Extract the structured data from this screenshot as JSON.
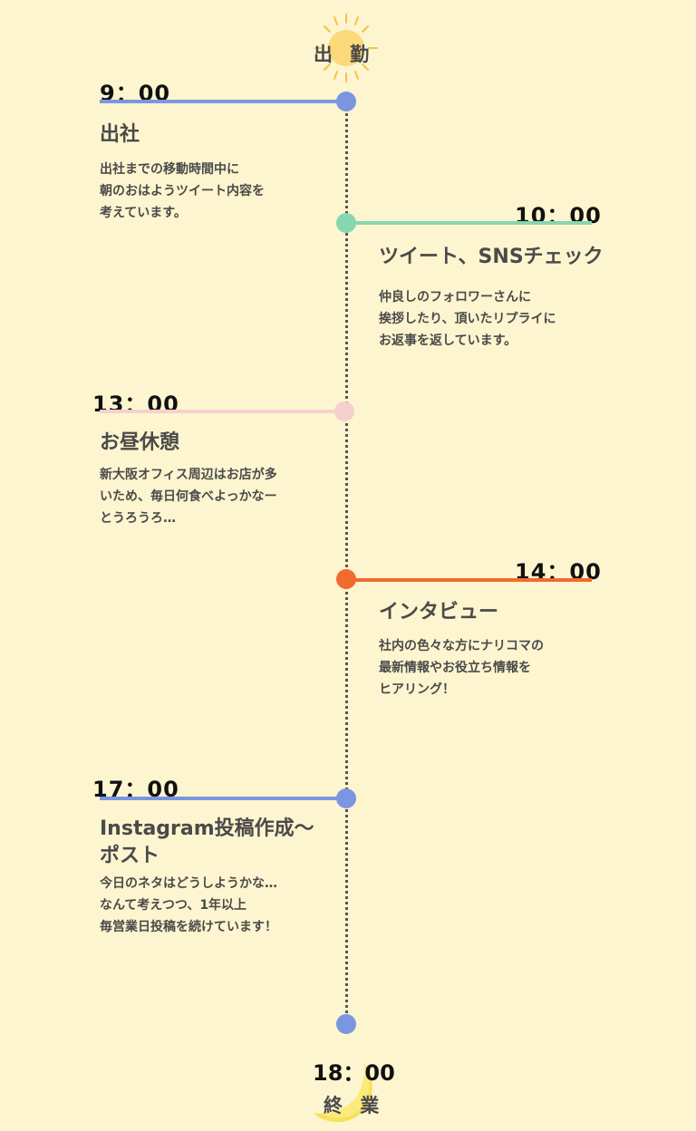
{
  "header": {
    "label": "出 勤"
  },
  "events": [
    {
      "time": "9：00",
      "title": "出社",
      "desc": "出社までの移動時間中に\n朝のおはようツイート内容を\n考えています。",
      "color": "#7b96e0"
    },
    {
      "time": "10：00",
      "title": "ツイート、SNSチェック",
      "desc": "仲良しのフォロワーさんに\n挨拶したり、頂いたリプライに\nお返事を返しています。",
      "color": "#86d6b0"
    },
    {
      "time": "13：00",
      "title": "お昼休憩",
      "desc": "新大阪オフィス周辺はお店が多\nいため、毎日何食べよっかなー\nとうろうろ…",
      "color": "#f7cfcd"
    },
    {
      "time": "14：00",
      "title": "インタビュー",
      "desc": "社内の色々な方にナリコマの\n最新情報やお役立ち情報を\nヒアリング！",
      "color": "#f26a2e"
    },
    {
      "time": "17：00",
      "title": "Instagram投稿作成〜\nポスト",
      "desc": "今日のネタはどうしようかな…\nなんて考えつつ、1年以上\n毎営業日投稿を続けています！",
      "color": "#7b96e0"
    }
  ],
  "footer": {
    "time": "18：00",
    "label": "終 業",
    "dot_color": "#7b96e0"
  },
  "icons": {
    "start": "sun-icon",
    "end": "moon-icon"
  }
}
